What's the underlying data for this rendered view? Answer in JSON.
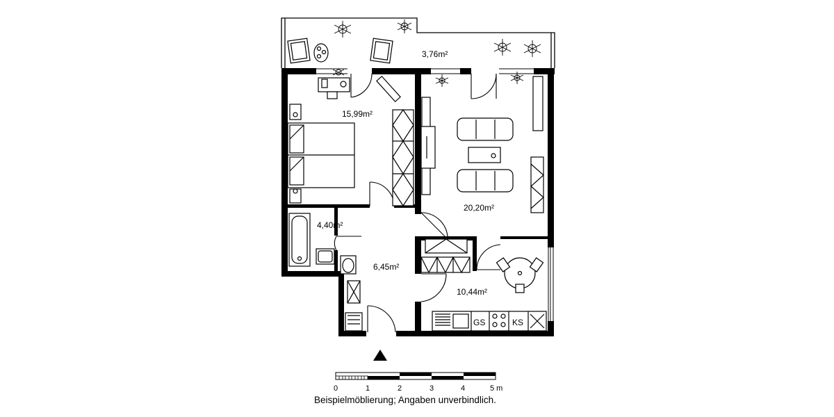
{
  "rooms": {
    "balcony": {
      "area": "3,76m²"
    },
    "bedroom": {
      "area": "15,99m²"
    },
    "living": {
      "area": "20,20m²"
    },
    "bath": {
      "area": "4,40m²"
    },
    "hall": {
      "area": "6,45m²"
    },
    "kitchen": {
      "area": "10,44m²"
    }
  },
  "appliances": {
    "dishwasher": "GS",
    "fridge": "KS"
  },
  "scale": {
    "ticks": [
      "0",
      "1",
      "2",
      "3",
      "4",
      "5 m"
    ]
  },
  "disclaimer": "Beispielmöblierung; Angaben unverbindlich."
}
